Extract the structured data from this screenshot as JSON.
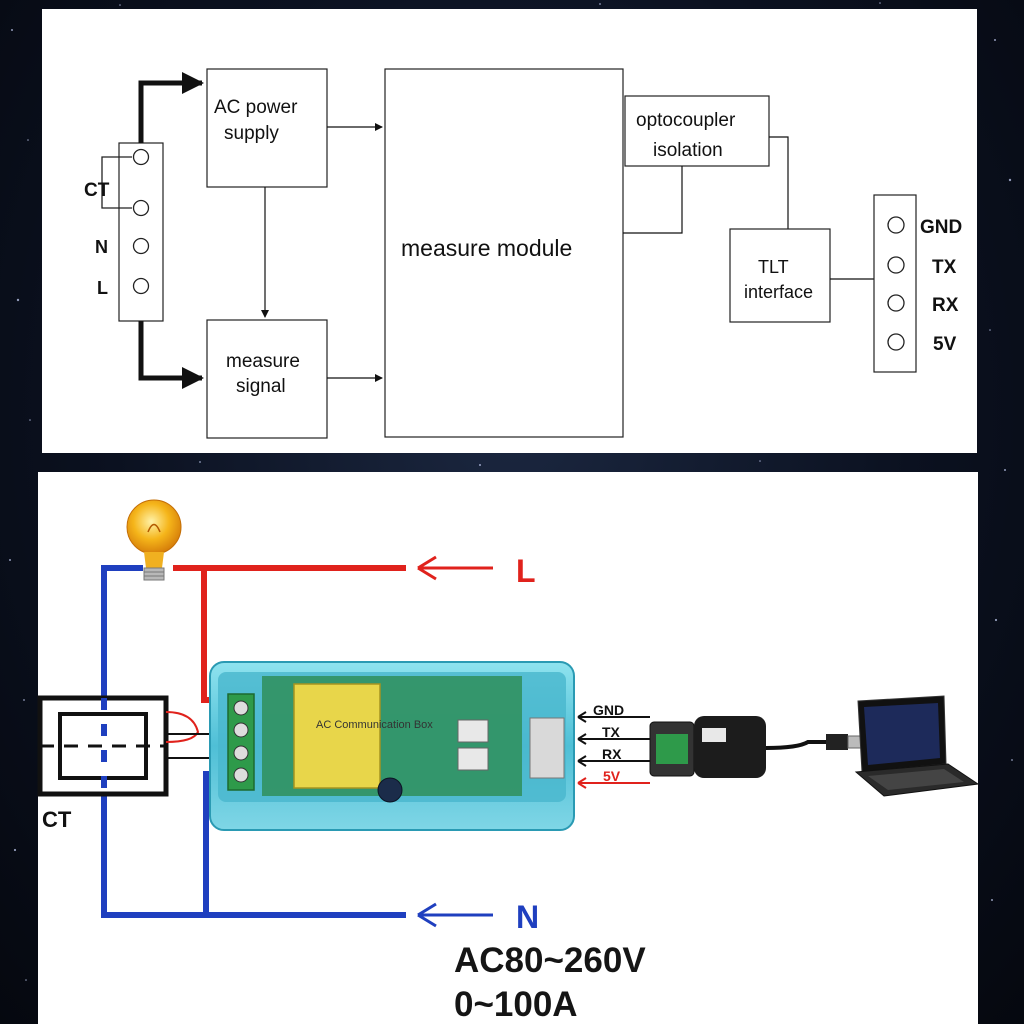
{
  "block_diagram": {
    "ac_power_supply": [
      "AC power",
      "supply"
    ],
    "measure_signal": [
      "measure",
      "signal"
    ],
    "measure_module": "measure module",
    "optocoupler_isolation": [
      "optocoupler",
      "isolation"
    ],
    "tlt_interface": [
      "TLT",
      "interface"
    ],
    "input_terminal_labels": [
      "CT",
      "N",
      "L"
    ],
    "output_terminal_labels": [
      "GND",
      "TX",
      "RX",
      "5V"
    ]
  },
  "wiring_diagram": {
    "line_label": "L",
    "neutral_label": "N",
    "ct_label": "CT",
    "serial_labels": [
      "GND",
      "TX",
      "RX",
      "5V"
    ],
    "module_title": "AC Communication Box",
    "voltage_range": "AC80~260V",
    "current_range": "0~100A"
  },
  "colors": {
    "line_wire": "#e0221c",
    "neutral_wire": "#1f3fbf",
    "module_body": "#5cc9de",
    "bulb": "#f5b51a",
    "frame_background": "#0b1120"
  }
}
